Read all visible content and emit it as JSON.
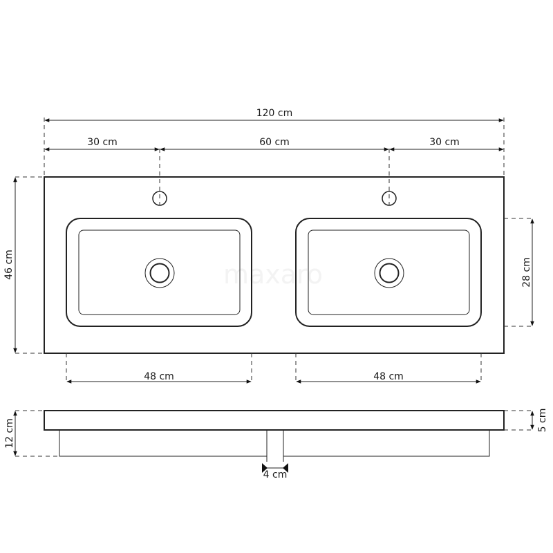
{
  "watermark": "maxaro",
  "top_view": {
    "total_width": "120 cm",
    "left_offset": "30 cm",
    "tap_spacing": "60 cm",
    "right_offset": "30 cm",
    "depth": "46 cm",
    "basin_depth": "28 cm",
    "left_basin_width": "48 cm",
    "right_basin_width": "48 cm"
  },
  "side_view": {
    "total_height": "12 cm",
    "slab_thickness": "5 cm",
    "gap_width": "4 cm"
  }
}
